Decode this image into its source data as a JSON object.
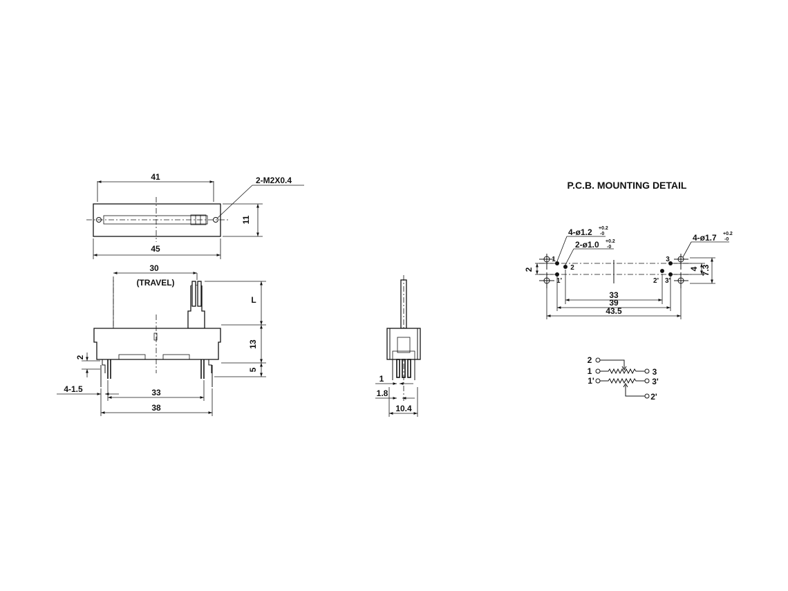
{
  "title": "P.C.B. MOUNTING DETAIL",
  "top_view": {
    "dim_width_inner": "41",
    "dim_width_outer": "45",
    "dim_height": "11",
    "screw_callout": "2-M2X0.4"
  },
  "front_view": {
    "dim_travel": "30",
    "travel_label": "(TRAVEL)",
    "dim_lever": "L",
    "dim_body_height": "13",
    "dim_pin_length": "5",
    "dim_pin_width": "2",
    "dim_tabs": "4-1.5",
    "dim_pin_pitch": "33",
    "dim_tab_pitch": "38"
  },
  "side_view": {
    "dim_pin": "1",
    "dim_pitch": "1.8",
    "dim_width": "10.4"
  },
  "pcb_detail": {
    "hole_small": "4-ø1.2",
    "hole_small_tol": "+0.2",
    "hole_small_tol2": "-0",
    "hole_mid": "2-ø1.0",
    "hole_mid_tol": "+0.2",
    "hole_mid_tol2": "-0",
    "hole_large": "4-ø1.7",
    "hole_large_tol": "+0.2",
    "hole_large_tol2": "-0",
    "dim_33": "33",
    "dim_39": "39",
    "dim_43_5": "43.5",
    "dim_2": "2",
    "dim_4": "4",
    "dim_7_3": "7.3",
    "pin_1": "1",
    "pin_1p": "1'",
    "pin_2": "2",
    "pin_2p": "2'",
    "pin_3": "3",
    "pin_3p": "3'"
  },
  "schematic": {
    "t2": "2",
    "t1": "1",
    "t1p": "1'",
    "t3": "3",
    "t3p": "3'",
    "t2p": "2'"
  }
}
